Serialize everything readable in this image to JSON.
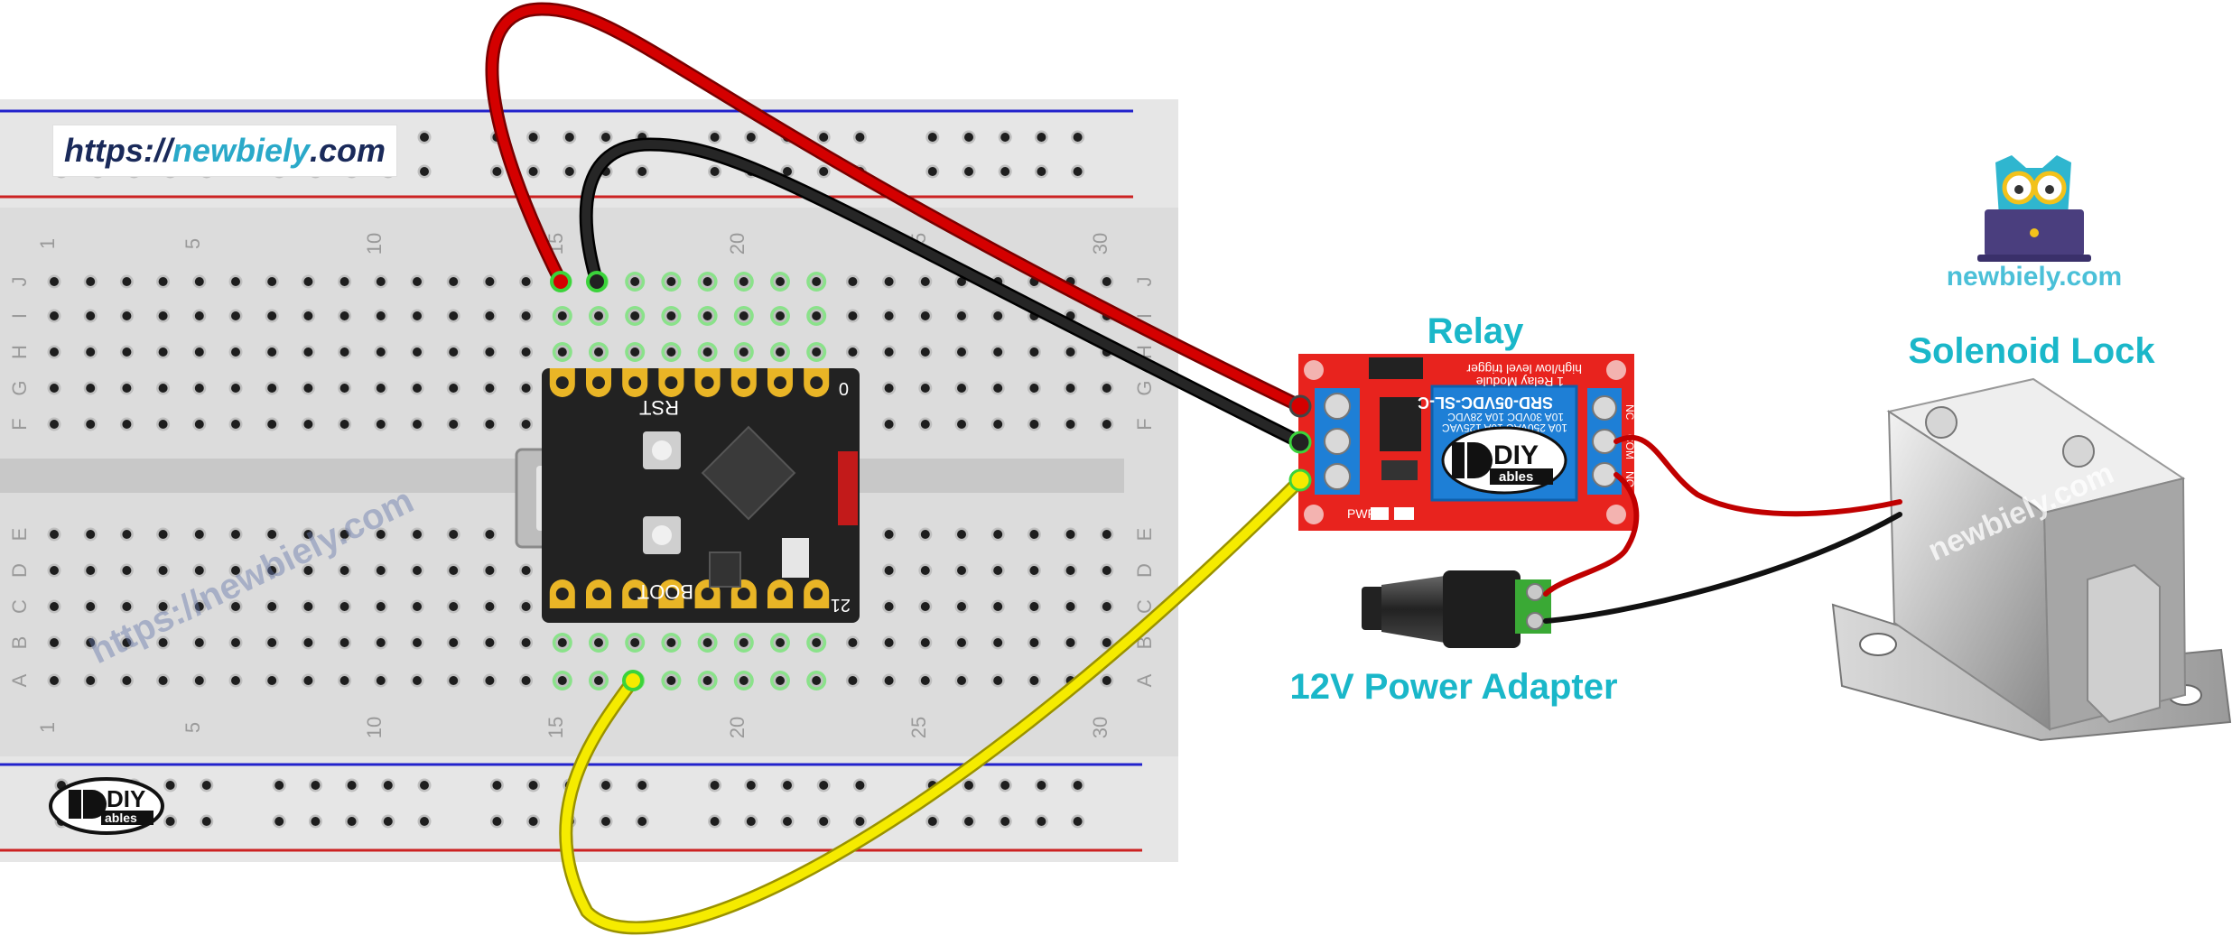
{
  "watermark": {
    "url_prefix": "https://",
    "url_brand": "newbiely",
    "url_suffix": ".com",
    "overlay_text": "https://newbiely.com",
    "lock_overlay": "newbiely.com"
  },
  "logos": {
    "newbiely_caption": "newbiely.com",
    "diyables_top": "DIY",
    "diyables_bottom": "ables"
  },
  "breadboard": {
    "column_numbers": [
      "1",
      "5",
      "10",
      "15",
      "20",
      "25",
      "30"
    ],
    "rows_top": [
      "J",
      "I",
      "H",
      "G",
      "F"
    ],
    "rows_bottom": [
      "E",
      "D",
      "C",
      "B",
      "A"
    ]
  },
  "board": {
    "labels": [
      "RST",
      "BOOT",
      "0",
      "21"
    ]
  },
  "relay": {
    "title": "Relay",
    "module_text": "1 Relay Module",
    "trigger_text": "high/low level trigger",
    "relay_part": "SRD-05VDC-SL-C",
    "ratings": [
      "10A 250VAC 10A 125VAC",
      "10A 30VDC 10A 28VDC"
    ],
    "terminals": [
      "NC",
      "COM",
      "NO"
    ],
    "pwr_label": "PWR"
  },
  "labels": {
    "power_adapter": "12V Power Adapter",
    "solenoid_lock": "Solenoid Lock"
  },
  "colors": {
    "wire_red": "#d40000",
    "wire_black": "#1a1a1a",
    "wire_yellow": "#f5eb00",
    "accent_cyan": "#1ab7c9",
    "url_navy": "#1a2a5a",
    "url_teal": "#2aa9c9",
    "relay_board": "#e8231e",
    "relay_blue": "#1e7fd6"
  }
}
